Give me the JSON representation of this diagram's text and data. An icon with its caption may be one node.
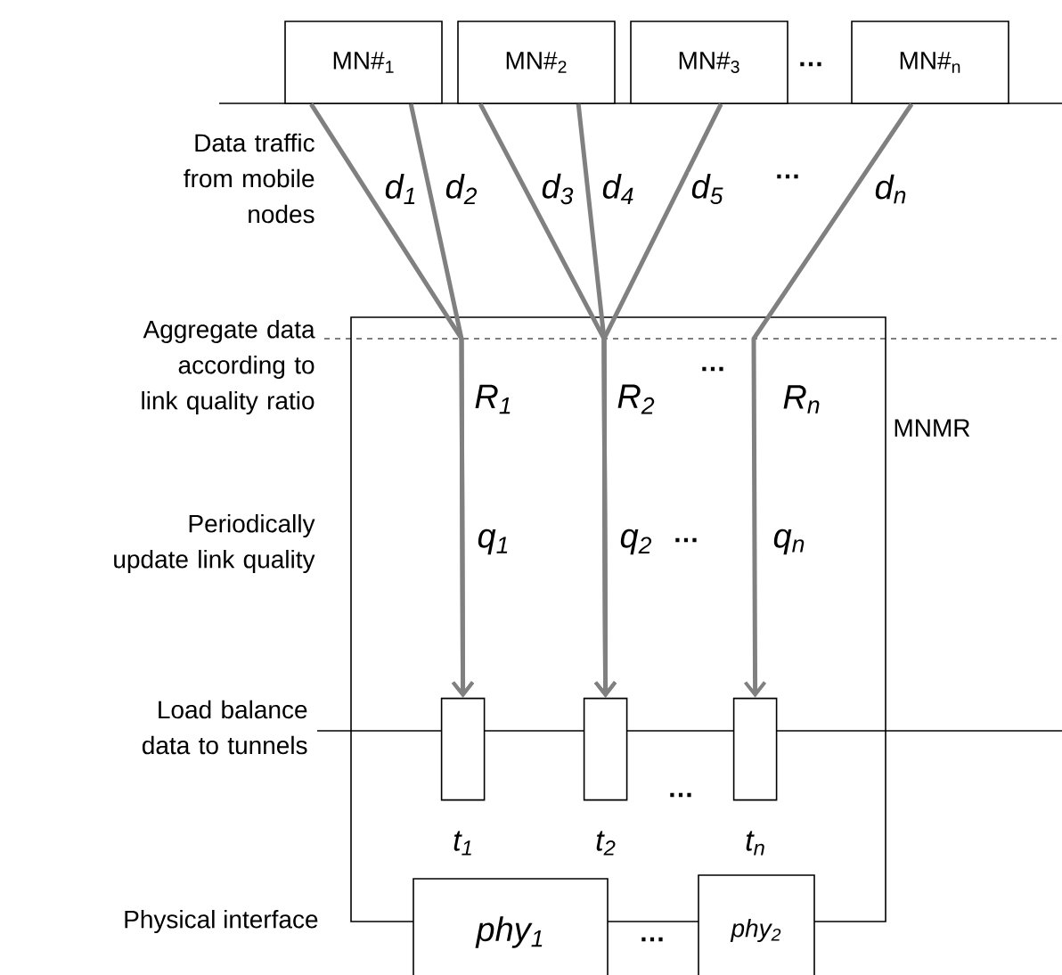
{
  "diagram": {
    "nodes": [
      {
        "text": [
          "MN#$_{1}$"
        ]
      },
      {
        "text": [
          "MN#$_{2}$"
        ]
      },
      {
        "text": [
          "MN#$_{3}$"
        ]
      },
      {
        "text": [
          "MN#$_{n}$"
        ]
      },
      {
        "text": [
          "MNMR"
        ]
      },
      {
        "text": [],
        "shape": "box",
        "in": 4,
        "beside": [
          "t$_{1}$"
        ]
      },
      {
        "text": [],
        "shape": "box",
        "in": 4,
        "beside": [
          "t$_{2}$"
        ]
      },
      {
        "text": [],
        "shape": "box",
        "in": 4,
        "beside": [
          "t$_{n}$"
        ]
      },
      {
        "text": [
          "phy$_{1}$"
        ]
      },
      {
        "text": [
          "phy$_{2}$"
        ]
      }
    ],
    "edges": [
      {
        "from": 0,
        "to": 5,
        "arrow": "to",
        "label": "d$_{1}$"
      },
      {
        "from": 0,
        "to": 5,
        "arrow": "to",
        "label": "d$_{2}$"
      },
      {
        "from": 1,
        "to": 6,
        "arrow": "to",
        "label": "d$_{3}$"
      },
      {
        "from": 1,
        "to": 6,
        "arrow": "to",
        "label": "d$_{4}$"
      },
      {
        "from": 2,
        "to": 6,
        "arrow": "to",
        "label": "d$_{5}$"
      },
      {
        "from": 3,
        "to": 7,
        "arrow": "to",
        "label": "d$_{n}$"
      }
    ],
    "labels": [
      "…",
      "Data traffic from mobile nodes",
      "…",
      "Aggregate data according to link quality ratio",
      "R$_{1}$",
      "R$_{2}$",
      "…",
      "R$_{n}$",
      "Periodically update link quality",
      "q$_{1}$",
      "q$_{2}$",
      "…",
      "q$_{n}$",
      "Load balance data to tunnels",
      "…",
      "Physical interface",
      "…"
    ]
  }
}
